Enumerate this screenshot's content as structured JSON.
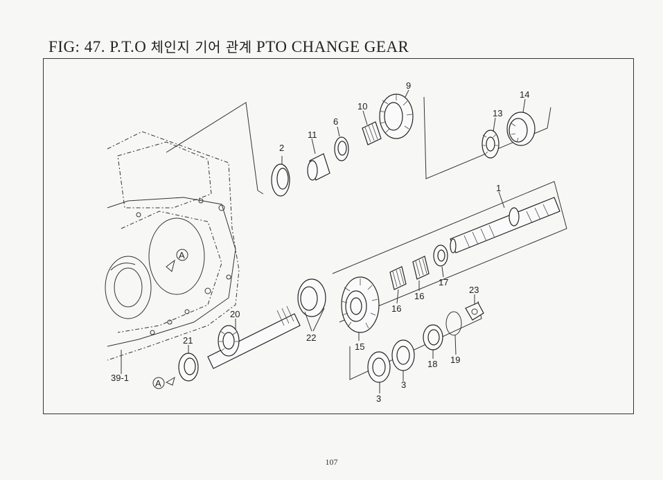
{
  "header": {
    "prefix": "FIG: 47. P.T.O",
    "korean": "체인지 기어 관계",
    "english": "PTO CHANGE GEAR"
  },
  "callouts": [
    {
      "id": "c1",
      "text": "1"
    },
    {
      "id": "c2",
      "text": "2"
    },
    {
      "id": "c3a",
      "text": "3"
    },
    {
      "id": "c3b",
      "text": "3"
    },
    {
      "id": "c6",
      "text": "6"
    },
    {
      "id": "c9",
      "text": "9"
    },
    {
      "id": "c10",
      "text": "10"
    },
    {
      "id": "c11",
      "text": "11"
    },
    {
      "id": "c13",
      "text": "13"
    },
    {
      "id": "c14",
      "text": "14"
    },
    {
      "id": "c15",
      "text": "15"
    },
    {
      "id": "c16a",
      "text": "16"
    },
    {
      "id": "c16b",
      "text": "16"
    },
    {
      "id": "c17",
      "text": "17"
    },
    {
      "id": "c18",
      "text": "18"
    },
    {
      "id": "c19",
      "text": "19"
    },
    {
      "id": "c20",
      "text": "20"
    },
    {
      "id": "c21",
      "text": "21"
    },
    {
      "id": "c22",
      "text": "22"
    },
    {
      "id": "c23",
      "text": "23"
    },
    {
      "id": "c39",
      "text": "39-1"
    }
  ],
  "markers": {
    "ref_a1": "A",
    "ref_a2": "A"
  },
  "footer": {
    "page_number": "107"
  }
}
